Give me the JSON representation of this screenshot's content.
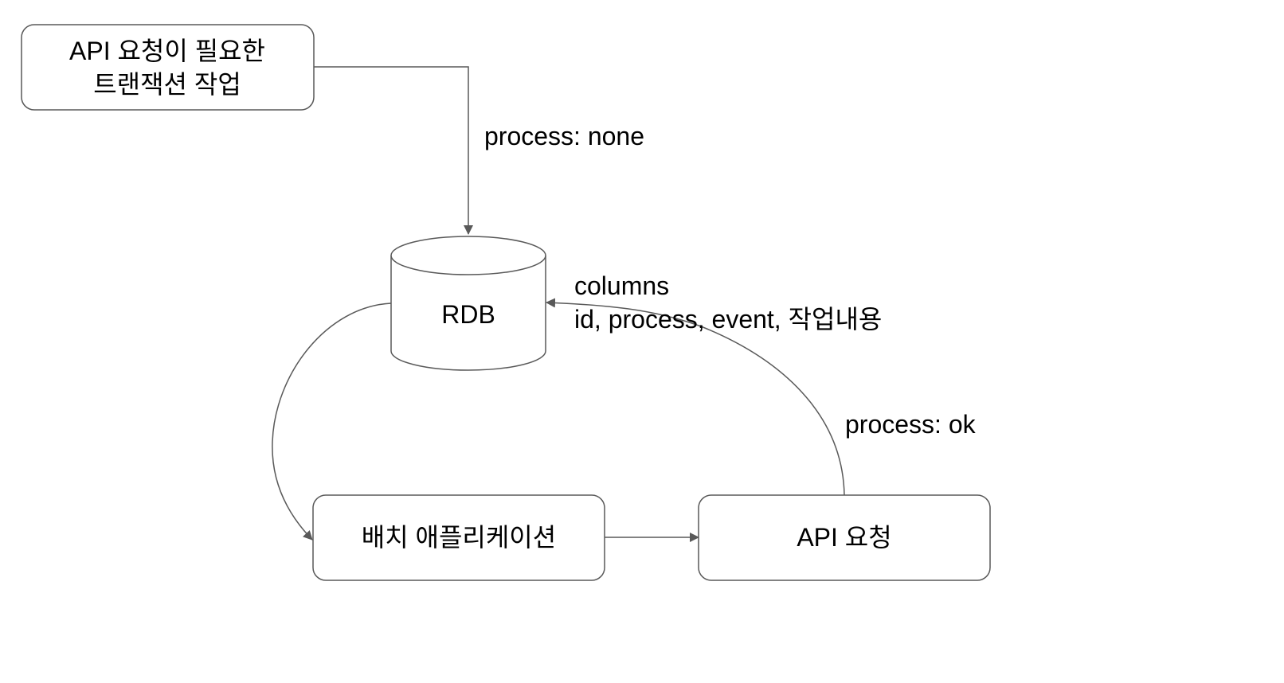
{
  "diagram": {
    "nodes": {
      "transaction_task": {
        "line1": "API 요청이 필요한",
        "line2": "트랜잭션 작업"
      },
      "rdb": {
        "label": "RDB"
      },
      "batch_app": {
        "label": "배치 애플리케이션"
      },
      "api_request": {
        "label": "API 요청"
      }
    },
    "edges": {
      "task_to_rdb": {
        "label": "process: none"
      },
      "rdb_columns": {
        "line1": "columns",
        "line2": "id, process, event, 작업내용"
      },
      "api_to_rdb": {
        "label": "process: ok"
      }
    },
    "colors": {
      "stroke": "#595959",
      "text": "#000000",
      "background": "#ffffff"
    }
  }
}
